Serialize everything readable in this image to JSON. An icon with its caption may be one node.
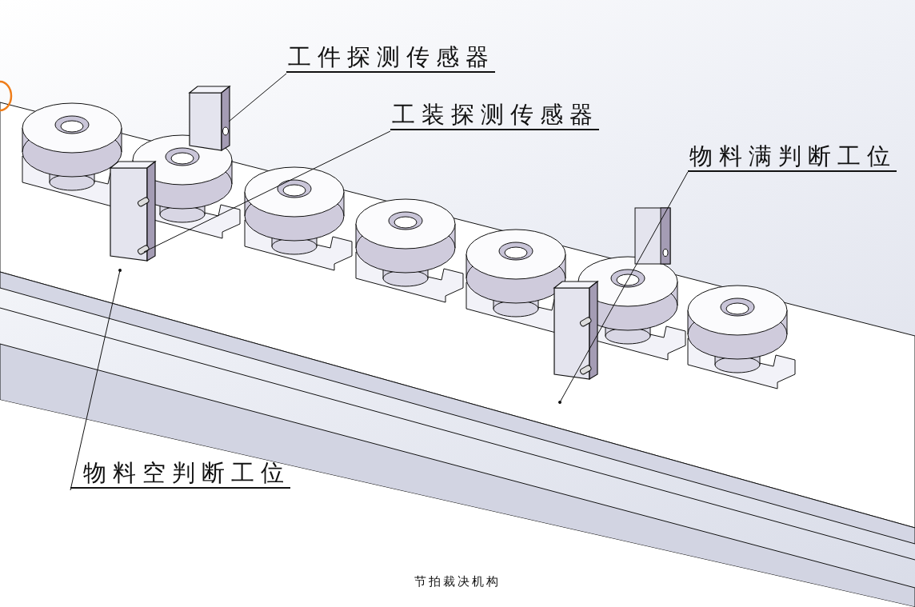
{
  "diagram": {
    "caption": "节拍裁决机构",
    "nodes": [
      {
        "text": [
          "工件探测传感器"
        ]
      },
      {
        "text": [
          "工装探测传感器"
        ]
      },
      {
        "text": [
          "物料满判断工位"
        ]
      },
      {
        "text": [
          "物料空判断工位"
        ]
      },
      {
        "text": [],
        "shape": "box"
      },
      {
        "text": [],
        "shape": "box"
      },
      {
        "text": [],
        "shape": "box"
      }
    ],
    "edges": [
      {
        "from": 0,
        "to": 4,
        "arrow": "none"
      },
      {
        "from": 1,
        "to": 5,
        "arrow": "none"
      },
      {
        "from": 2,
        "to": 6,
        "arrow": "other"
      },
      {
        "from": 3,
        "to": 5,
        "arrow": "other"
      }
    ]
  }
}
